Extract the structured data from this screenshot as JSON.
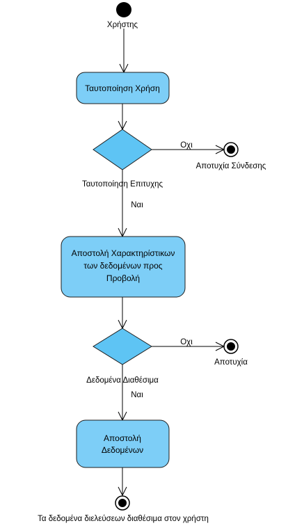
{
  "colors": {
    "activity_fill": "#7dcef7",
    "decision_fill": "#5ec4f4",
    "node_stroke": "#1d1d1d",
    "line": "#000000"
  },
  "start": {
    "label": "Χρήστης"
  },
  "activities": {
    "authenticate_user": "Ταυτοποίηση Χρήση",
    "send_characteristics": [
      "Αποστολή Χαρακτηρίστικων",
      "των δεδομένων προς",
      "Προβολή"
    ],
    "send_data": [
      "Αποστολή",
      "Δεδομένων"
    ]
  },
  "decisions": {
    "authentication": {
      "label": "Ταυτοποίηση Επιτυχης",
      "yes_label": "Ναι",
      "no_label": "Οχι"
    },
    "data_available": {
      "label": "Δεδομένα Διαθέσιμα",
      "yes_label": "Ναι",
      "no_label": "Οχι"
    }
  },
  "end_nodes": {
    "login_failure": "Αποτυχία Σύνδεσης",
    "failure": "Αποτυχία",
    "success": "Τα δεδομένα διελεύσεων διαθέσιμα στον χρήστη"
  }
}
